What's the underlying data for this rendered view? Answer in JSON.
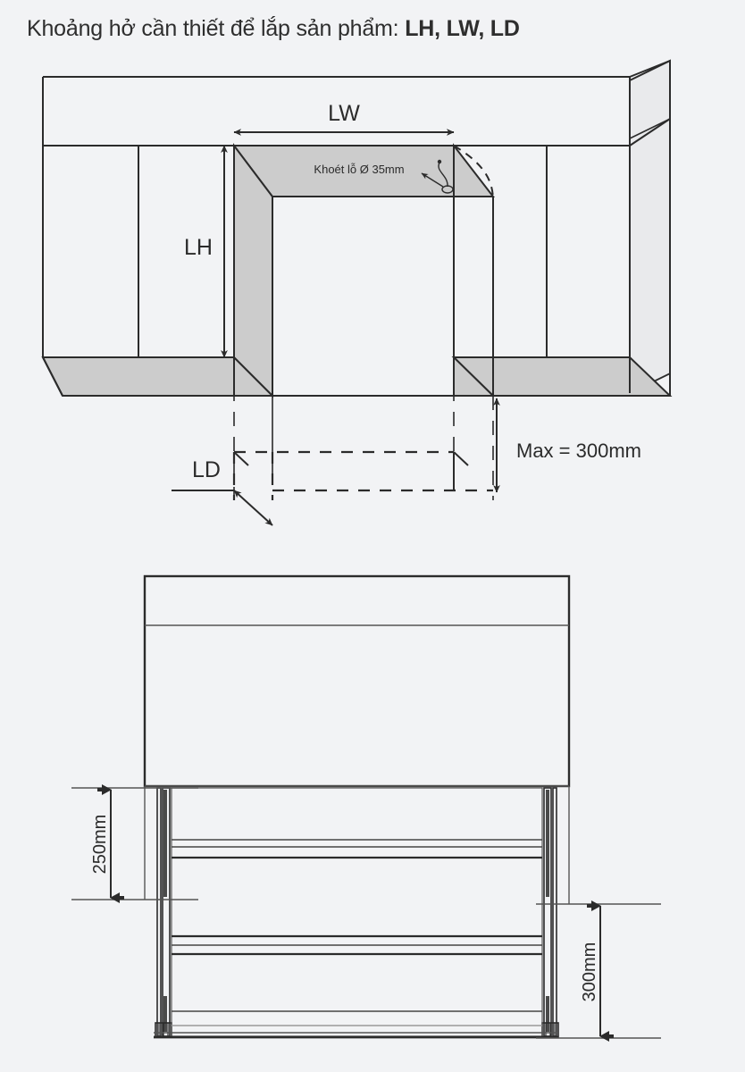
{
  "title": {
    "lead": "Khoảng hở cần thiết để lắp sản phẩm:",
    "dims": "LH, LW, LD",
    "full": "Khoảng hở cần thiết để lắp sản phẩm: LH, LW, LD"
  },
  "figure_top": {
    "name": "installation-clearance-isometric",
    "labels": {
      "width": "LW",
      "height": "LH",
      "depth": "LD",
      "hole": "Khoét lỗ Ø 35mm",
      "max_gap": "Max = 300mm"
    }
  },
  "figure_bottom": {
    "name": "rack-front-elevation",
    "labels": {
      "top_clearance": "250mm",
      "bottom_clearance": "300mm"
    }
  },
  "colors": {
    "background": "#f2f3f5",
    "line": "#2b2b2b",
    "line_thin": "#555555",
    "shade": "#cccccc",
    "shade_light": "#e6e7e9",
    "text": "#2b2b2b"
  }
}
